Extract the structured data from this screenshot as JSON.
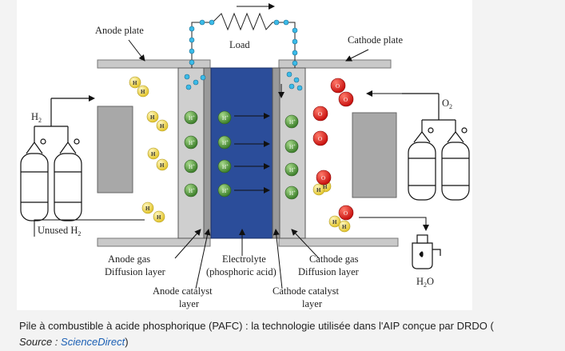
{
  "diagram": {
    "labels": {
      "anode_plate": "Anode plate",
      "cathode_plate": "Cathode plate",
      "load": "Load",
      "h2": "H",
      "h2_sub": "2",
      "o2": "O",
      "o2_sub": "2",
      "unused_h2": "Unused H",
      "unused_h2_sub": "2",
      "anode_gdl_1": "Anode gas",
      "anode_gdl_2": "Diffusion layer",
      "electrolyte_1": "Electrolyte",
      "electrolyte_2": "(phosphoric acid)",
      "cathode_gdl_1": "Cathode gas",
      "cathode_gdl_2": "Diffusion layer",
      "anode_cat_1": "Anode catalyst",
      "anode_cat_2": "layer",
      "cathode_cat_1": "Cathode catalyst",
      "cathode_cat_2": "layer",
      "h2o": "H",
      "h2o_sub": "2",
      "h2o_end": "O"
    },
    "ion_symbols": {
      "hydrogen": "H",
      "oxygen": "O",
      "proton": "H",
      "proton_sup": "+"
    },
    "colors": {
      "electrolyte": "#2b4d9a",
      "plate": "#c9c9c9",
      "gas_layer": "#cfcfcf",
      "catalyst": "#9a9a9a",
      "hydrogen": "#f2dc55",
      "oxygen": "#e0201e",
      "proton": "#4e9a3a",
      "electron": "#3bbbe8"
    }
  },
  "caption": {
    "text": "Pile à combustible à acide phosphorique (PAFC) : la technologie utilisée dans l'AIP conçue par DRDO (",
    "source_label": "Source : ",
    "source_link": "ScienceDirect",
    "close": ")"
  }
}
